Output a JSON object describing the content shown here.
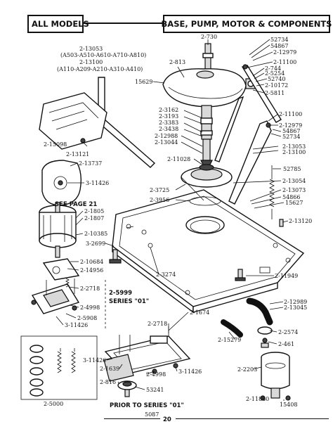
{
  "header": {
    "left_title": "ALL MODELS",
    "right_title": "BASE, PUMP, MOTOR & COMPONENTS"
  },
  "labels": {
    "l_2_730": "2-730",
    "l_52734_a": "52734",
    "l_54867_a": "54867",
    "l_2_12979_a": "2-12979",
    "l_2_11100_a": "2-11100",
    "l_2_744": "2-744",
    "l_2_5254": "2-5254",
    "l_52740": "52740",
    "l_2_10172": "2-10172",
    "l_2_5811": "2-5811",
    "l_2_13053_a": "2-13053",
    "l_models_a": "(A503-A510-A610-A710-A810)",
    "l_2_813": "2-813",
    "l_2_13100_a": "2-13100",
    "l_models_b": "(A110-A209-A210-A310-A410)",
    "l_15629": "15629",
    "l_2_3162": "2-3162",
    "l_2_3193": "2-3193",
    "l_2_3383": "2-3383",
    "l_2_3438": "2-3438",
    "l_2_11100_b": "2-11100",
    "l_2_12979_b": "2-12979",
    "l_54867_b": "54867",
    "l_52734_b": "52734",
    "l_2_12988": "2-12988",
    "l_2_13044": "2-13044",
    "l_2_13053_b": "2-13053",
    "l_2_13100_b": "2-13100",
    "l_2_15098": "2-15098",
    "l_2_13121": "2-13121",
    "l_2_11028": "2-11028",
    "l_2_13737": "2-13737",
    "l_52785": "52785",
    "l_3_11426_a": "3-11426",
    "l_2_3725": "2-3725",
    "l_2_13054": "2-13054",
    "l_2_13073": "2-13073",
    "l_2_3956": "2-3956",
    "l_54866": "54866",
    "l_15627": "15627",
    "l_see_page": "SEE PAGE 21",
    "l_2_1805": "2-1805",
    "l_2_1807": "2-1807",
    "l_2_13120": "2-13120",
    "l_2_10385": "2-10385",
    "l_3_2699": "3-2699",
    "l_2_10684": "2-10684",
    "l_2_14956": "2-14956",
    "l_2_3274": "2-3274",
    "l_2_11949": "2-11949",
    "l_2_2718_a": "2-2718",
    "l_2_5999": "2-5999",
    "l_series_01": "SERIES \"01\"",
    "l_2_12989": "2-12989",
    "l_2_13045": "2-13045",
    "l_2_4998_a": "2-4998",
    "l_2_5908": "2-5908",
    "l_3_11426_b": "3-11426",
    "l_2_2718_b": "2-2718",
    "l_2_1674": "2-1674",
    "l_2_2574": "2-2574",
    "l_2_15279": "2-15279",
    "l_2_461": "2-461",
    "l_3_11426_c": "3-11426",
    "l_2_1639": "2-1639",
    "l_2_4998_b": "2-4998",
    "l_3_11426_d": "3-11426",
    "l_2_2203": "2-2203",
    "l_2_816": "2-816",
    "l_53241": "53241",
    "l_2_11880": "2-11880",
    "l_15408": "15408",
    "l_2_5000": "2-5000",
    "l_prior_series": "PRIOR TO SERIES \"01\"",
    "l_code": "5087",
    "l_page": "20"
  }
}
